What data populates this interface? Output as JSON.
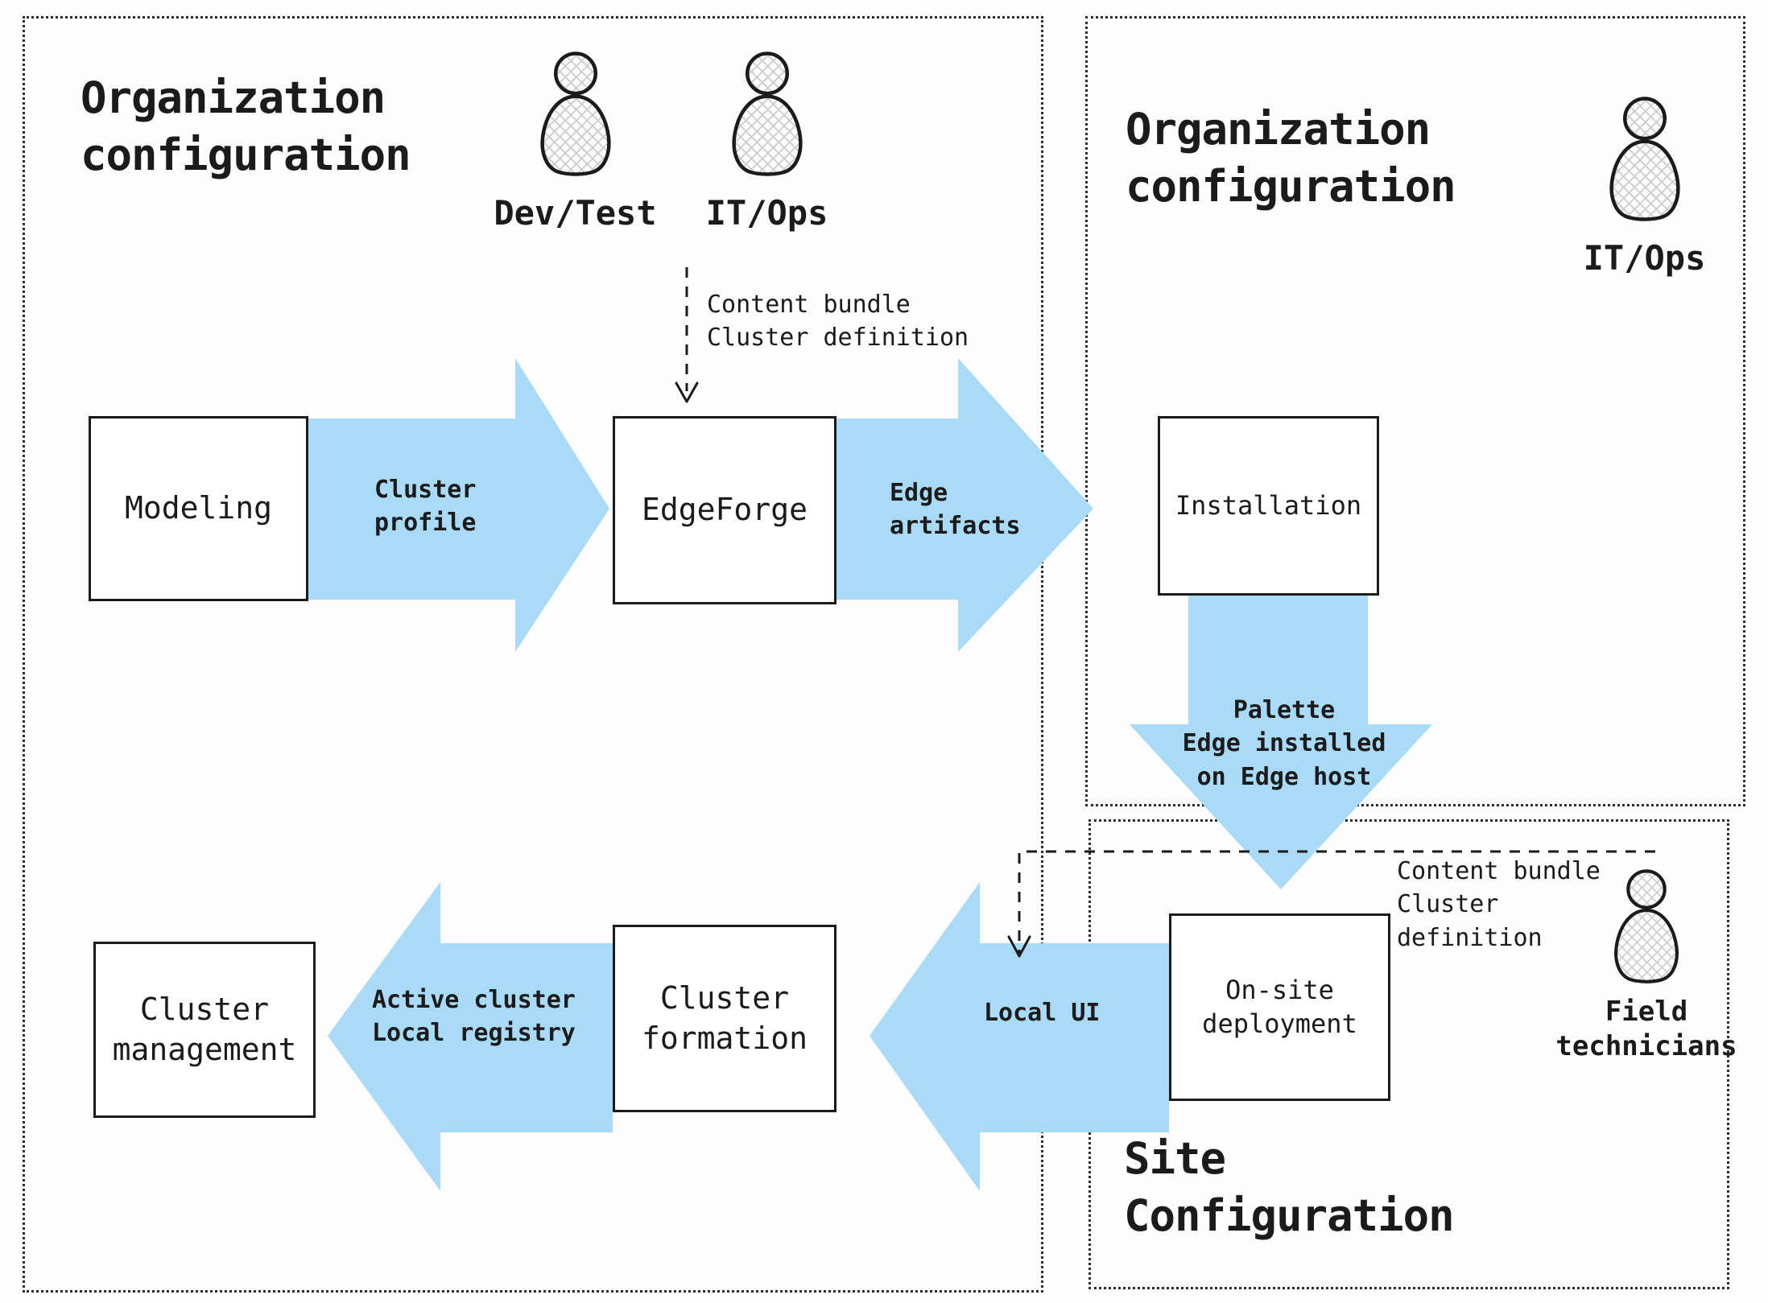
{
  "diagram": {
    "colors": {
      "arrow": "#A9DBF8",
      "stroke": "#1B1B1B",
      "background": "#FDFDFD"
    },
    "regions": {
      "org_left": {
        "title": "Organization\nconfiguration"
      },
      "org_right": {
        "title": "Organization\nconfiguration"
      },
      "site": {
        "title": "Site\nConfiguration"
      }
    },
    "personas": {
      "dev_test": "Dev/Test",
      "it_ops_left": "IT/Ops",
      "it_ops_right": "IT/Ops",
      "field_technicians": "Field\ntechnicians"
    },
    "nodes": {
      "modeling": "Modeling",
      "edgeforge": "EdgeForge",
      "installation": "Installation",
      "on_site_deployment": "On-site\ndeployment",
      "cluster_formation": "Cluster\nformation",
      "cluster_management": "Cluster\nmanagement"
    },
    "flow_labels": {
      "cluster_profile": "Cluster\nprofile",
      "edge_artifacts": "Edge\nartifacts",
      "content_bundle_top": "Content bundle\nCluster definition",
      "palette_edge_installed": "Palette\nEdge installed\non Edge host",
      "local_ui": "Local UI",
      "active_cluster": "Active cluster\nLocal registry",
      "content_bundle_site": "Content bundle\nCluster\ndefinition"
    }
  }
}
